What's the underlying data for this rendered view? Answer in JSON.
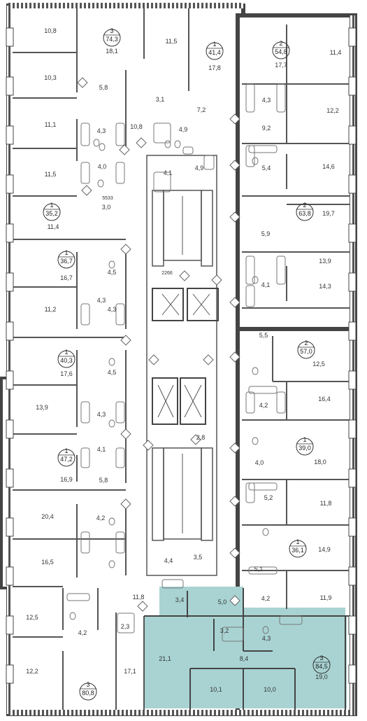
{
  "colors": {
    "wall": "#444444",
    "wall_hatch": "#6b6b6b",
    "partition": "#555555",
    "room_fill": "#ffffff",
    "corridor_fill": "#ffffff",
    "highlight_fill": "#a9d3d3",
    "fixture": "#777777"
  },
  "highlighted_apartment": {
    "rooms": "3",
    "area": "84,5"
  },
  "apartments": [
    {
      "id": "apt-74-3",
      "rooms": "3",
      "area": "74,3"
    },
    {
      "id": "apt-41-4",
      "rooms": "1",
      "area": "41,4"
    },
    {
      "id": "apt-54-8",
      "rooms": "2",
      "area": "54,8"
    },
    {
      "id": "apt-35-2",
      "rooms": "1",
      "area": "35,2"
    },
    {
      "id": "apt-63-8",
      "rooms": "2",
      "area": "63,8"
    },
    {
      "id": "apt-36-7",
      "rooms": "1",
      "area": "36,7"
    },
    {
      "id": "apt-40-3",
      "rooms": "1",
      "area": "40,3"
    },
    {
      "id": "apt-57-0",
      "rooms": "2",
      "area": "57,0"
    },
    {
      "id": "apt-47-2",
      "rooms": "1",
      "area": "47,2"
    },
    {
      "id": "apt-39-0",
      "rooms": "1",
      "area": "39,0"
    },
    {
      "id": "apt-36-1",
      "rooms": "1",
      "area": "36,1"
    },
    {
      "id": "apt-80-8",
      "rooms": "3",
      "area": "80,8"
    },
    {
      "id": "apt-84-5",
      "rooms": "3",
      "area": "84,5"
    }
  ],
  "room_areas": [
    "10,8",
    "18,1",
    "11,5",
    "17,8",
    "17,7",
    "11,4",
    "10,3",
    "5,8",
    "3,1",
    "7,2",
    "4,3",
    "12,2",
    "11,1",
    "4,3",
    "10,8",
    "4,9",
    "9,2",
    "11,5",
    "4,0",
    "4,1",
    "4,9",
    "5,4",
    "14,6",
    "3,0",
    "11,4",
    "19,7",
    "5,9",
    "16,7",
    "4,3",
    "13,9",
    "4,5",
    "4,1",
    "14,3",
    "11,2",
    "4,3",
    "5,5",
    "17,6",
    "12,5",
    "4,5",
    "4,2",
    "16,4",
    "13,9",
    "4,3",
    "2,8",
    "4,1",
    "18,0",
    "16,9",
    "4,0",
    "5,8",
    "5,2",
    "11,8",
    "20,4",
    "4,2",
    "14,9",
    "16,5",
    "4,4",
    "3,5",
    "5,1",
    "11,8",
    "3,4",
    "5,0",
    "4,2",
    "11,9",
    "12,5",
    "4,2",
    "2,3",
    "3,2",
    "4,3",
    "21,1",
    "8,4",
    "19,0",
    "12,2",
    "17,1",
    "10,1",
    "10,0"
  ],
  "codes": [
    "5533",
    "2266"
  ]
}
